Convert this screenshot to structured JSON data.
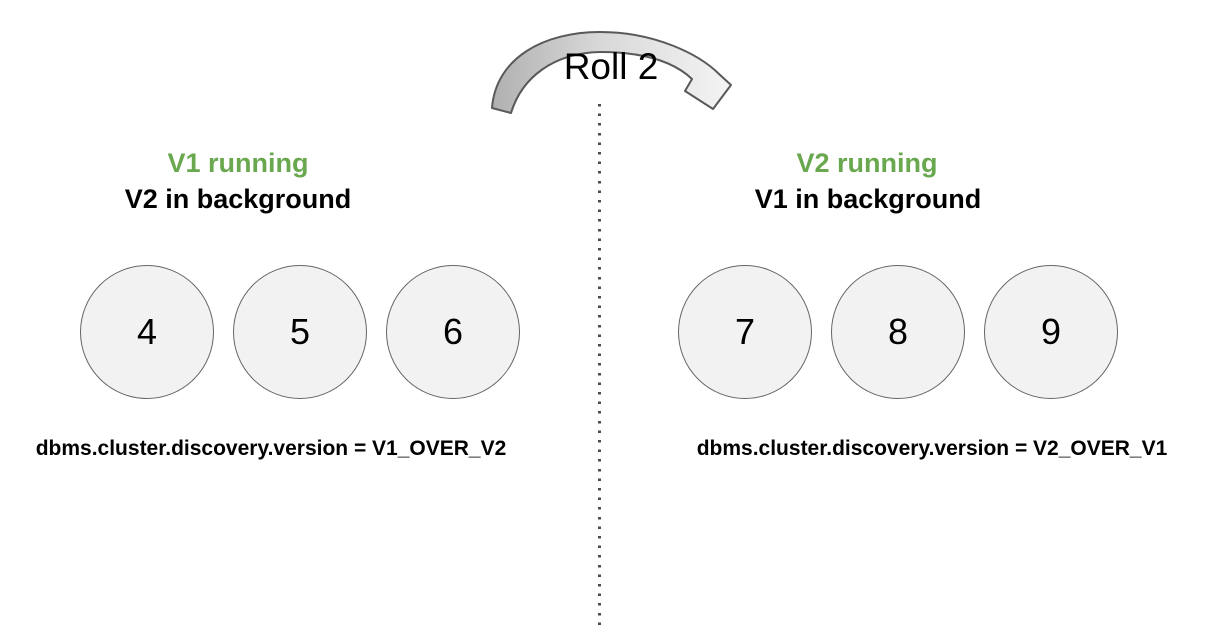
{
  "title": {
    "roll_label": "Roll 2"
  },
  "icons": {
    "roll_arrow": "curved-arrow-left-to-right"
  },
  "colors": {
    "accent_green": "#6aa84f",
    "circle_fill": "#f2f2f2",
    "circle_border": "#666666",
    "arrow_stroke": "#595959",
    "arrow_start": "#b0b0b0",
    "arrow_end": "#f4f4f4",
    "divider_dot": "#4a4a4a",
    "text": "#000000"
  },
  "left_cluster": {
    "running_label": "V1 running",
    "background_label": "V2 in background",
    "servers": [
      "4",
      "5",
      "6"
    ],
    "config": "dbms.cluster.discovery.version = V1_OVER_V2"
  },
  "right_cluster": {
    "running_label": "V2 running",
    "background_label": "V1 in background",
    "servers": [
      "7",
      "8",
      "9"
    ],
    "config": "dbms.cluster.discovery.version = V2_OVER_V1"
  }
}
